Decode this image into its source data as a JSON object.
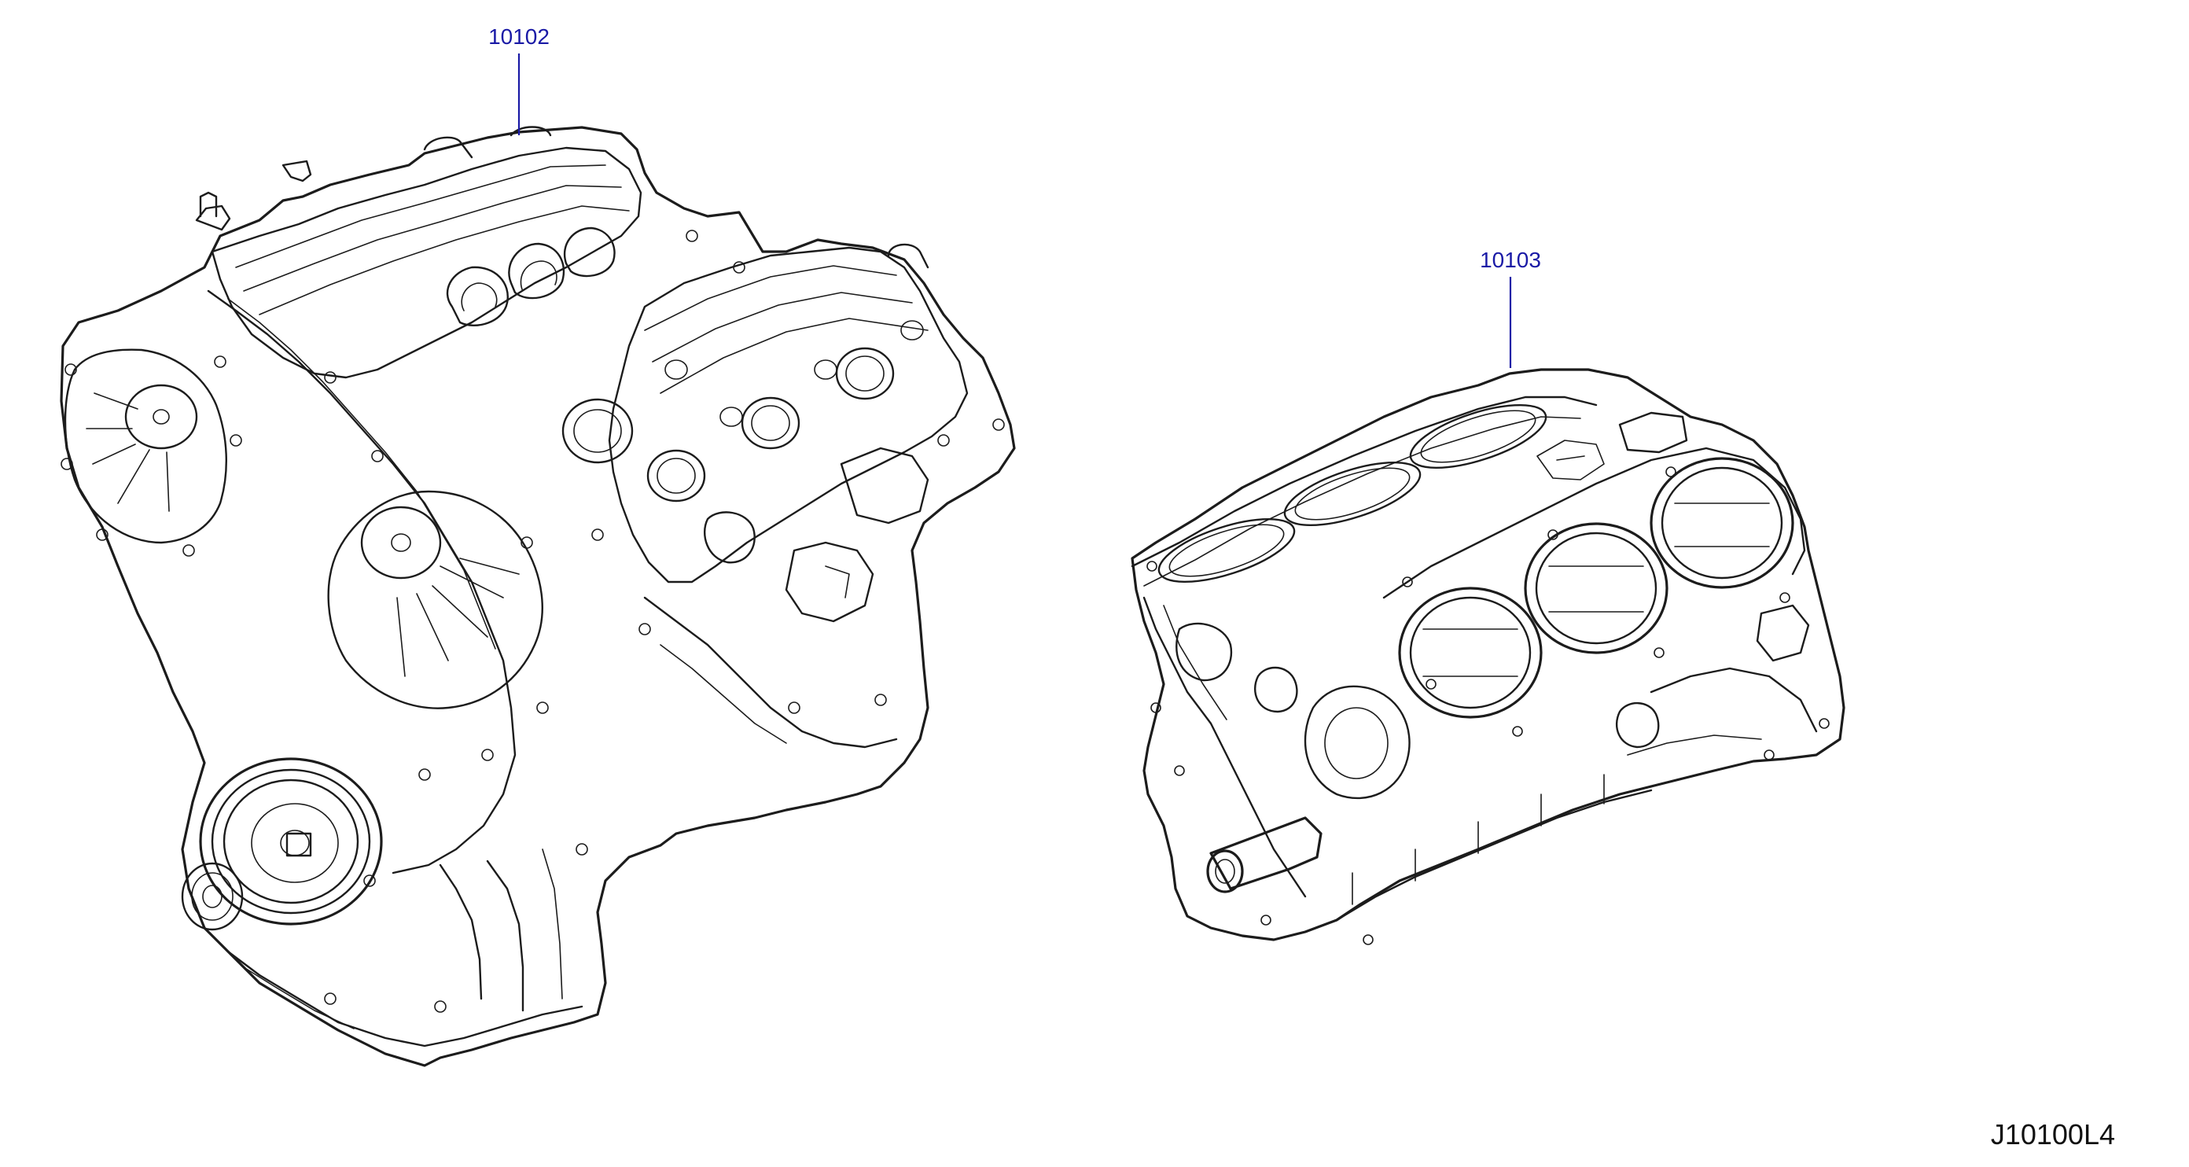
{
  "diagram": {
    "id_label": "J10100L4",
    "background_color": "#ffffff",
    "line_color": "#1c1c1c",
    "callout_color": "#1a1aa6"
  },
  "parts": [
    {
      "number": "10102",
      "depicts": "engine-assembly-bare"
    },
    {
      "number": "10103",
      "depicts": "cylinder-block-short"
    }
  ]
}
